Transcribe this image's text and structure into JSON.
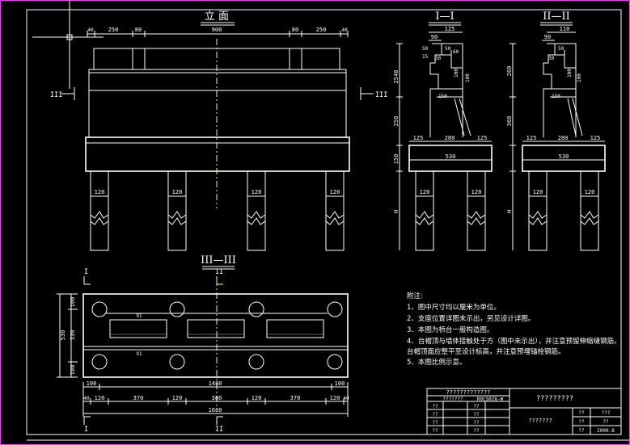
{
  "titles": {
    "elevation": "立 面",
    "section_1": "I—I",
    "section_2": "II—II",
    "section_3": "III—III"
  },
  "section_marks": {
    "left": "III",
    "right": "III",
    "plan_top_left": "I",
    "plan_top_mid": "II",
    "plan_bottom_left": "I",
    "plan_bottom_mid": "II"
  },
  "elevation_dims": {
    "top": [
      "40",
      "250",
      "80",
      "900",
      "80",
      "250",
      "40"
    ],
    "pile_labels": [
      "120",
      "120",
      "120",
      "120"
    ]
  },
  "section1_dims": {
    "top": "125",
    "d90": "90",
    "d50a": "50",
    "d50b": "50",
    "d30": "30",
    "d60": "60",
    "d15": "15",
    "d100a": "100",
    "d100b": "100",
    "d150": "150",
    "v2548": "2548",
    "v250": "250",
    "v150": "150",
    "bottom_row": [
      "125",
      "280",
      "125"
    ],
    "width": "530",
    "pile_labels": [
      "120",
      "120"
    ],
    "h": "H"
  },
  "section2_dims": {
    "top": "110",
    "d90": "90",
    "d50": "50",
    "d30": "30",
    "d100a": "100",
    "d100b": "100",
    "d150": "150",
    "v260": "260",
    "v360": "360",
    "bottom_row": [
      "125",
      "280",
      "125"
    ],
    "width": "530",
    "pile_labels": [
      "120",
      "120"
    ],
    "h": "H"
  },
  "plan_dims": {
    "left_vertical": [
      "100",
      "330",
      "100"
    ],
    "left_total": "530",
    "inner_labels": [
      "91",
      "91"
    ],
    "row1": [
      "100",
      "1480",
      "100"
    ],
    "row2": [
      "40",
      "120",
      "370",
      "120",
      "380",
      "120",
      "370",
      "120",
      "40"
    ],
    "total": "1680"
  },
  "notes": {
    "heading": "附注:",
    "items": [
      "1、图中尺寸均以厘米为单位。",
      "2、支座位置详图未示出，另见设计详图。",
      "3、本图为桥台一般构造图。",
      "4、台帽顶与墙体接触处于方（图中未示出），并注意预留伸缩缝钢筋。",
      "   台帽顶面应整平至设计标高，并注意预埋锚栓钢筋。",
      "5、本图比例示意。"
    ]
  },
  "title_block": {
    "company": "?????????????",
    "project_no": "???????",
    "code": "R0CS028-W",
    "drawing_title": "?????????",
    "drawing_name": "???????",
    "left_labels": [
      "??",
      "??",
      "??",
      "??"
    ],
    "mid_labels": [
      "??",
      "??",
      "??",
      "??"
    ],
    "right_labels": [
      "??",
      "??",
      "??"
    ],
    "right_values": [
      "???",
      "??",
      "2000.8"
    ]
  }
}
